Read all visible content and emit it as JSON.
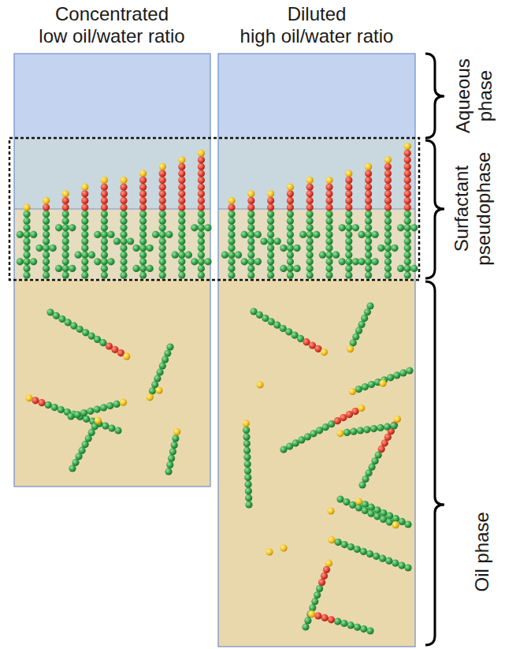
{
  "diagram": {
    "labels": [
      "Concentrated",
      "low oil/water ratio",
      "Diluted",
      "high oil/water ratio",
      "Aqueous phase",
      "Surfactant pseudophase",
      "Oil phase"
    ]
  }
}
